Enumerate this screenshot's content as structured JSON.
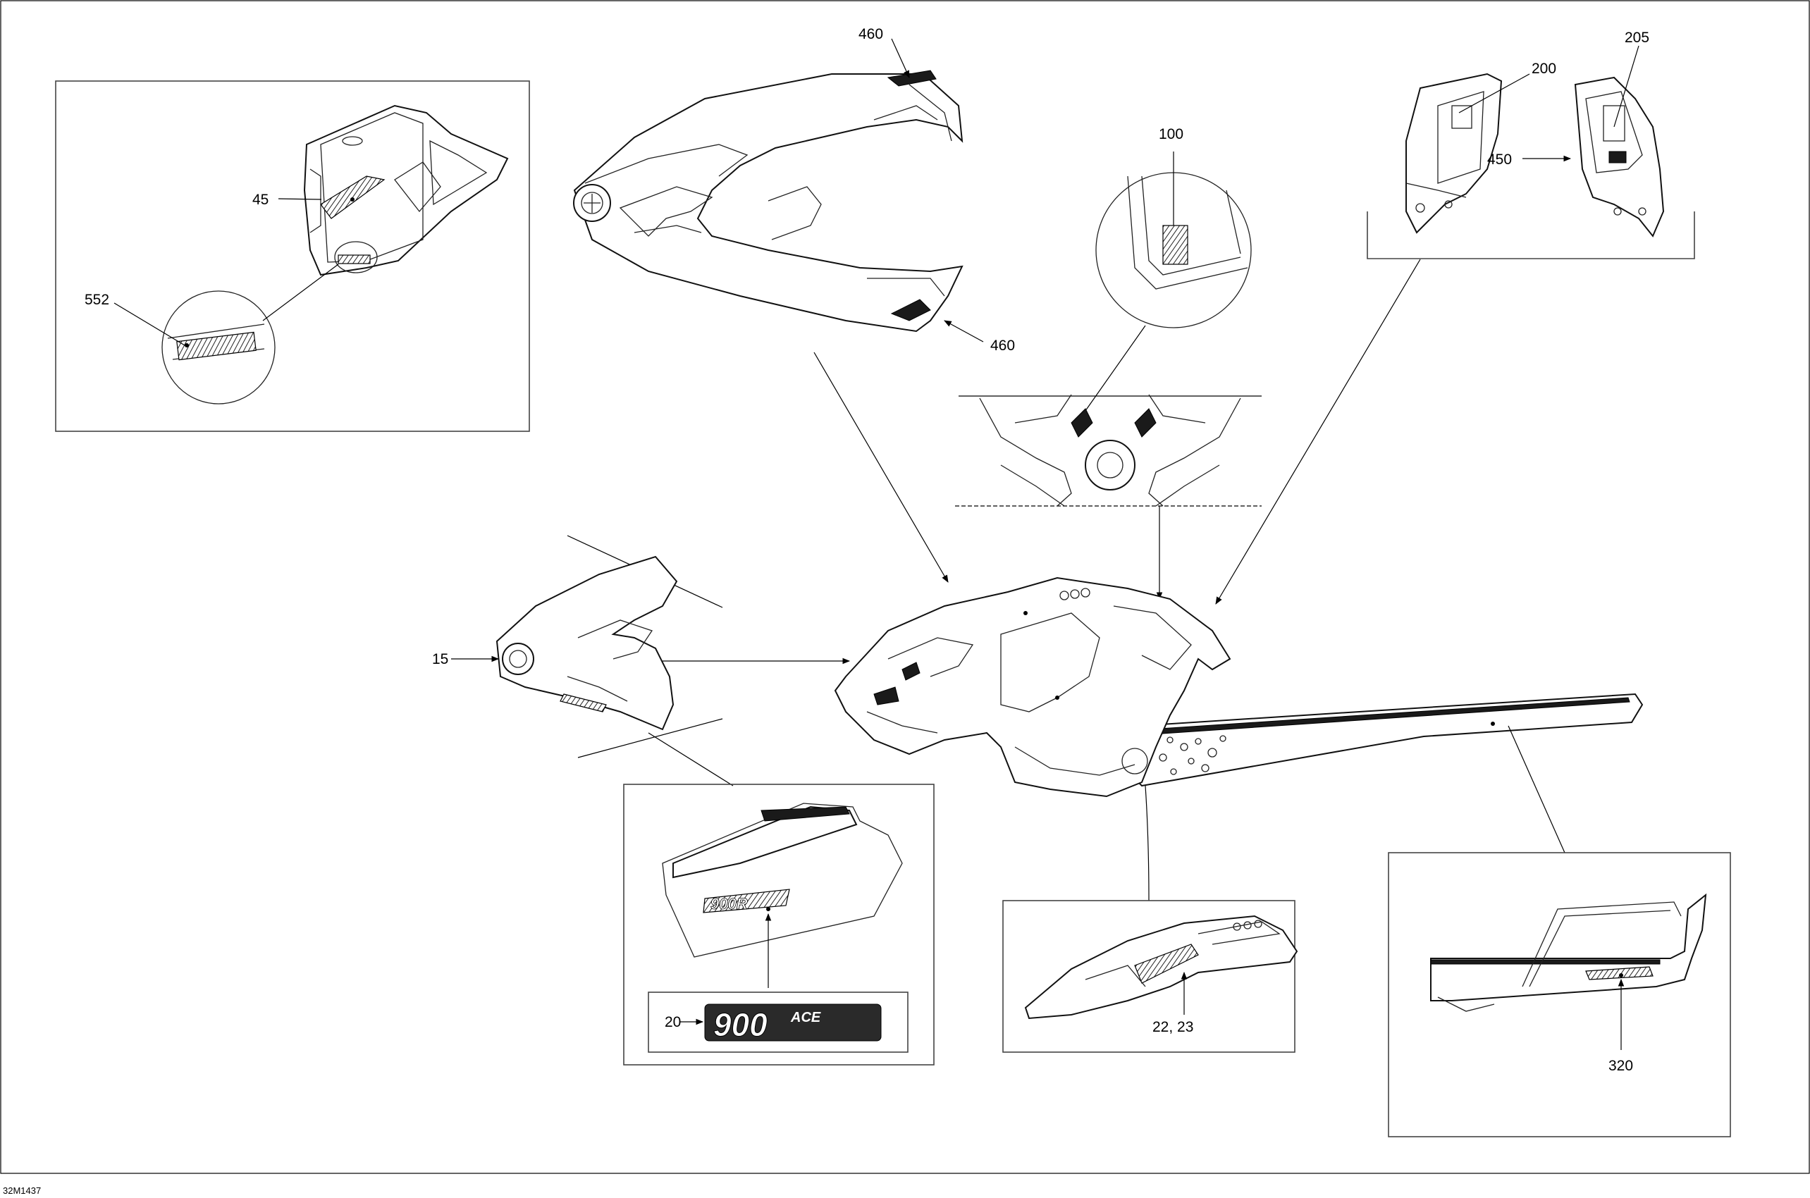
{
  "figure_id": "32M1437",
  "callouts": {
    "c460a": "460",
    "c460b": "460",
    "c200": "200",
    "c205": "205",
    "c450": "450",
    "c100": "100",
    "c45": "45",
    "c552": "552",
    "c15": "15",
    "c20": "20",
    "c2223": "22, 23",
    "c320": "320"
  },
  "decals": {
    "ace_logo_main": "900",
    "ace_logo_sup": "ACE",
    "side_badge": "900R"
  },
  "colors": {
    "line": "#000000",
    "frame": "#444444",
    "background": "#ffffff"
  }
}
